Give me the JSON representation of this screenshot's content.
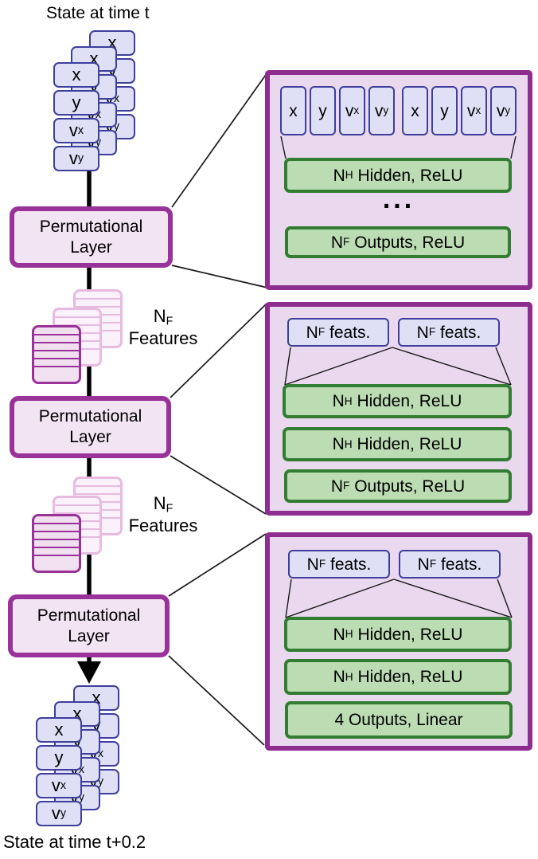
{
  "colors": {
    "indigo_border": "#3e3e9d",
    "lavender_fill": "#dfe0f5",
    "magenta_border": "#993299",
    "panel_fill": "#ead8ee",
    "layer_fill": "#f2e4f3",
    "green_border": "#327d32",
    "green_fill": "#bcdcb4",
    "faded_pink_border": "#e7bbe0",
    "line_black": "#000000"
  },
  "left_column": {
    "title_top": "State at time t",
    "title_bottom": "State at time t+0.2",
    "layer_label": {
      "line1": "Permutational",
      "line2": "Layer"
    },
    "state_cells": [
      {
        "pre": "x",
        "sub": ""
      },
      {
        "pre": "y",
        "sub": ""
      },
      {
        "pre": "v",
        "sub": "x"
      },
      {
        "pre": "v",
        "sub": "y"
      }
    ],
    "features_label": {
      "pre": "N",
      "sub": "F",
      "line2": "Features"
    }
  },
  "panels": {
    "detail1": {
      "inputs": [
        {
          "pre": "x",
          "sub": ""
        },
        {
          "pre": "y",
          "sub": ""
        },
        {
          "pre": "v",
          "sub": "x"
        },
        {
          "pre": "v",
          "sub": "y"
        },
        {
          "pre": "x",
          "sub": ""
        },
        {
          "pre": "y",
          "sub": ""
        },
        {
          "pre": "v",
          "sub": "x"
        },
        {
          "pre": "v",
          "sub": "y"
        }
      ],
      "hidden": {
        "pre": "N",
        "sub": "H",
        "post": " Hidden, ReLU"
      },
      "ellipsis": "...",
      "outputs": {
        "pre": "N",
        "sub": "F",
        "post": " Outputs, ReLU"
      }
    },
    "detail2": {
      "inputs": [
        {
          "pre": "N",
          "sub": "F",
          "post": " feats."
        },
        {
          "pre": "N",
          "sub": "F",
          "post": " feats."
        }
      ],
      "hidden1": {
        "pre": "N",
        "sub": "H",
        "post": " Hidden, ReLU"
      },
      "hidden2": {
        "pre": "N",
        "sub": "H",
        "post": " Hidden, ReLU"
      },
      "outputs": {
        "pre": "N",
        "sub": "F",
        "post": " Outputs, ReLU"
      }
    },
    "detail3": {
      "inputs": [
        {
          "pre": "N",
          "sub": "F",
          "post": " feats."
        },
        {
          "pre": "N",
          "sub": "F",
          "post": " feats."
        }
      ],
      "hidden1": {
        "pre": "N",
        "sub": "H",
        "post": " Hidden, ReLU"
      },
      "hidden2": {
        "pre": "N",
        "sub": "H",
        "post": " Hidden, ReLU"
      },
      "outputs": {
        "pre": "4 Outputs, Linear",
        "sub": "",
        "post": ""
      }
    }
  }
}
